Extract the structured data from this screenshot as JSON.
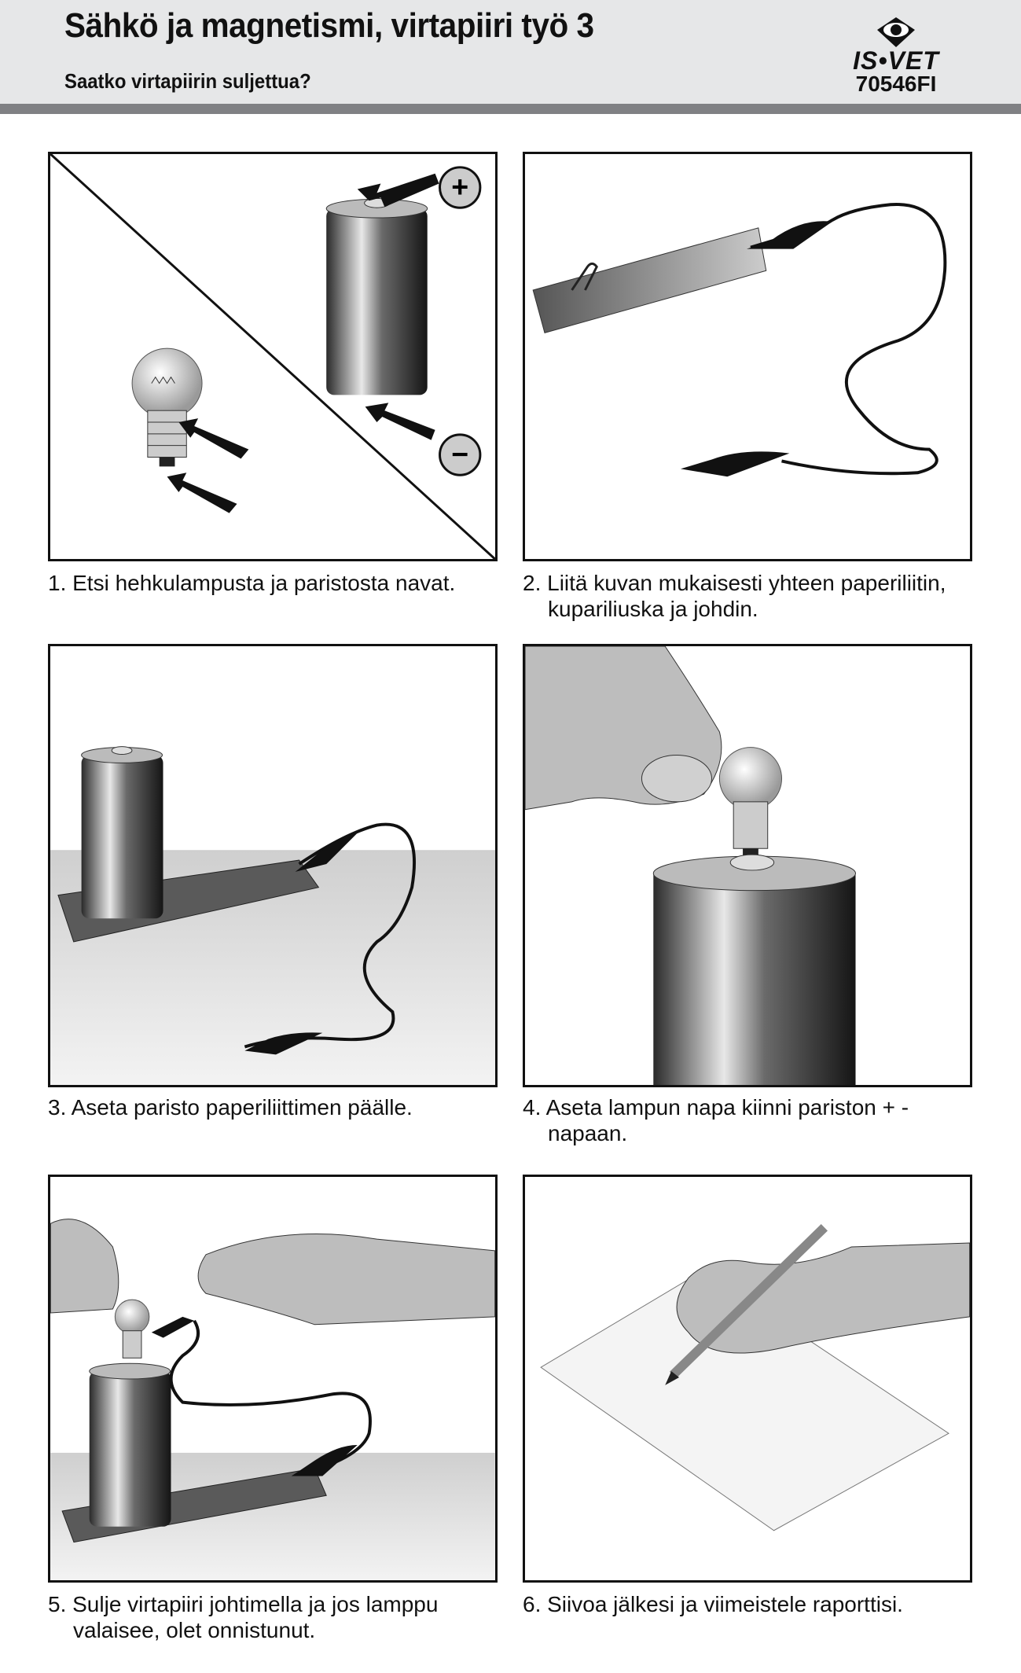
{
  "header": {
    "title": "Sähkö ja magnetismi, virtapiiri työ 3",
    "subtitle": "Saatko virtapiirin suljettua?",
    "logo_text": "IS•VET",
    "product_code": "70546FI"
  },
  "steps": [
    {
      "caption": "1. Etsi hehkulampusta ja paristosta navat.",
      "plus_symbol": "+",
      "minus_symbol": "−"
    },
    {
      "caption": "2. Liitä kuvan mukaisesti yhteen paperiliitin, kupariliuska ja johdin."
    },
    {
      "caption": "3. Aseta paristo paperiliittimen päälle."
    },
    {
      "caption": "4. Aseta lampun napa kiinni pariston + -napaan."
    },
    {
      "caption": "5. Sulje virtapiiri johtimella ja jos lamppu valaisee, olet onnistunut."
    },
    {
      "caption": "6. Siivoa jälkesi ja viimeistele raporttisi."
    }
  ]
}
